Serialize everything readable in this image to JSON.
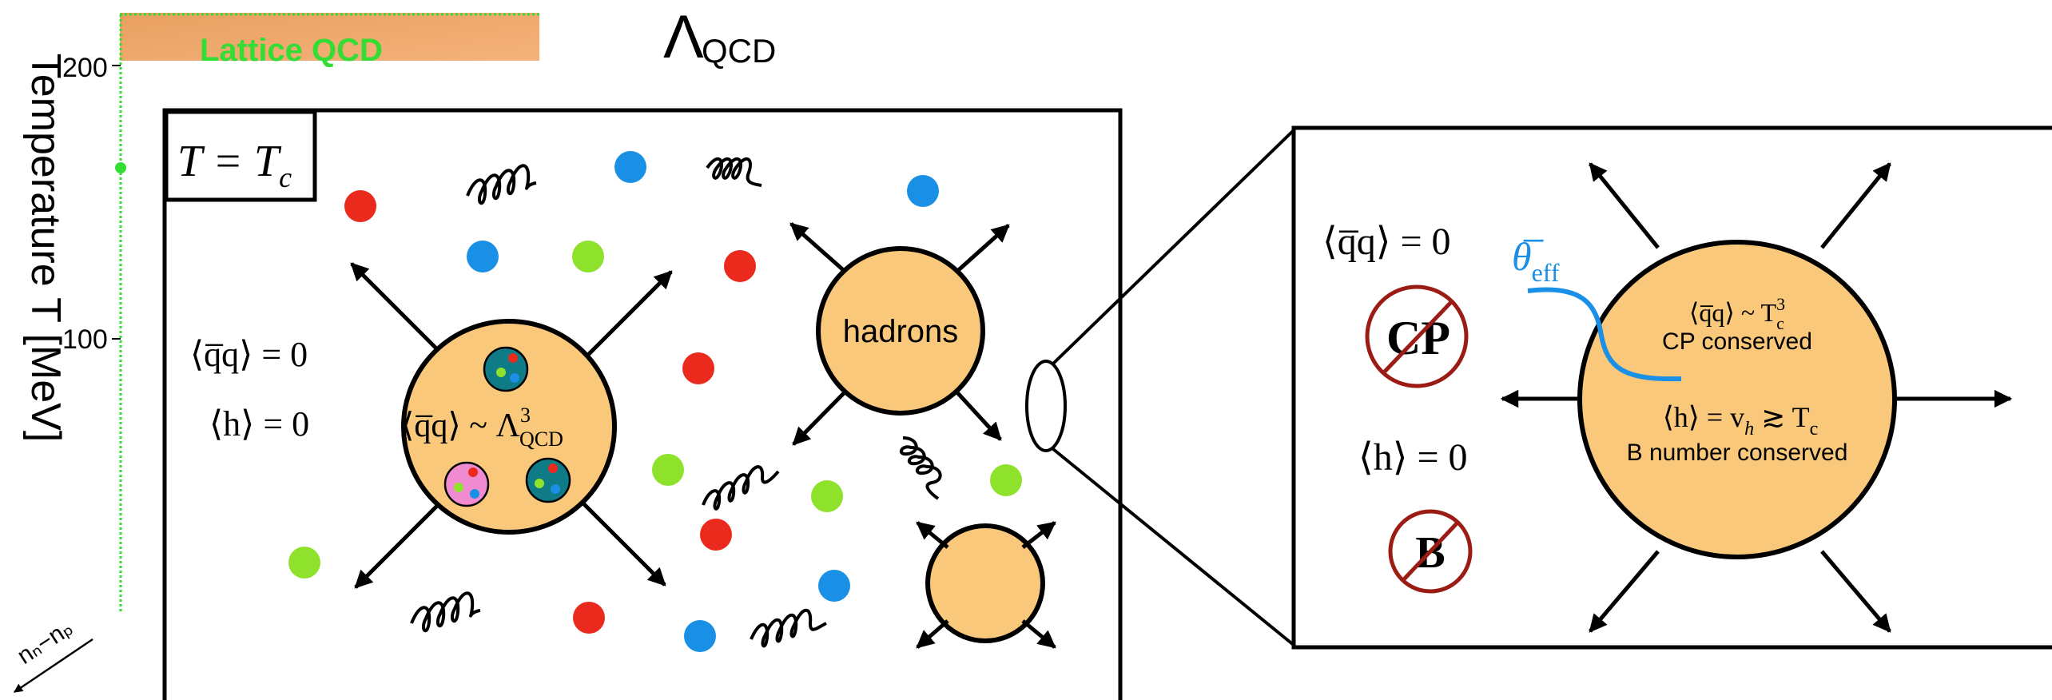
{
  "background_plot": {
    "y_axis_label": "Temperature T [MeV]",
    "y_ticks": [
      "200",
      "100"
    ],
    "diagonal_axis_label": "nₙ−nₚ",
    "inset_text": "Lattice QCD",
    "top_partial_symbol": "Λ",
    "top_partial_subscript": "QCD"
  },
  "left_panel": {
    "condition_label": "T = T",
    "condition_subscript": "c",
    "qq_condensate": "⟨q̅q⟩ = 0",
    "higgs_vev": "⟨h⟩ = 0",
    "big_bubble_label_prefix": "⟨q̅q⟩ ~ Λ",
    "big_bubble_sup": "3",
    "big_bubble_sub": "QCD",
    "hadron_bubble_label": "hadrons"
  },
  "right_panel": {
    "qq_condensate": "⟨q̅q⟩ = 0",
    "higgs_vev": "⟨h⟩ = 0",
    "cp_symbol": "CP",
    "b_symbol": "B",
    "theta_label": "θ̅",
    "theta_sub": "eff",
    "bubble_line1_prefix": "⟨q̅q⟩ ~ T",
    "bubble_line1_sup": "3",
    "bubble_line1_sub": "c",
    "bubble_line2": "CP conserved",
    "bubble_line3": "⟨h⟩ = v",
    "bubble_line3_sub": "h",
    "bubble_line3_tail": " ≳ T",
    "bubble_line3_tail_sub": "c",
    "bubble_line4": "B number conserved"
  },
  "colors": {
    "bubble_fill": "#f9c87a",
    "red_particle": "#ea2a1c",
    "blue_particle": "#1a8fe6",
    "green_particle": "#8ee22c",
    "theta_curve": "#1a8fe6",
    "forbidden_ring": "#9b1c14",
    "meson_teal": "#0e7b86",
    "baryon_pink": "#f08bd2",
    "axis_green": "#33dd33"
  }
}
